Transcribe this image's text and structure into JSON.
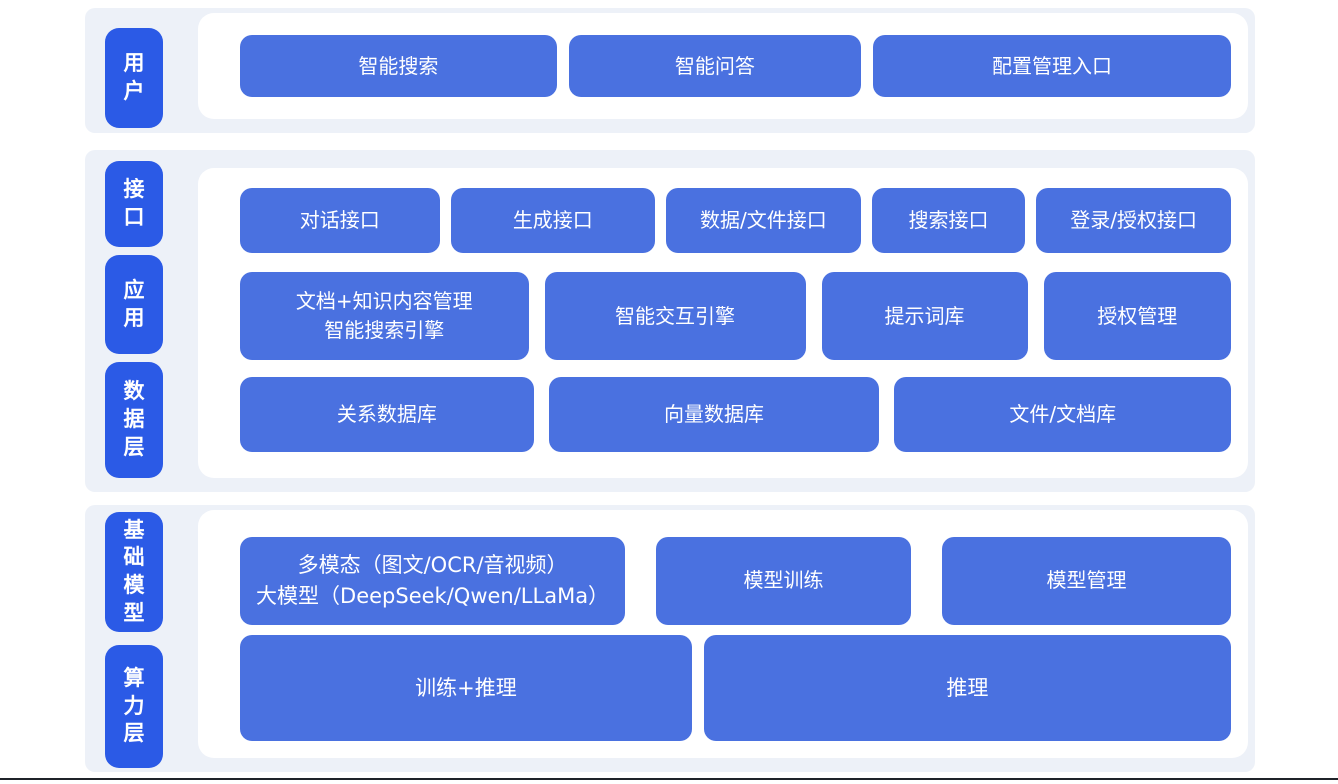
{
  "colors": {
    "pill_bg": "#2b5ae6",
    "box_bg": "#4a71e0",
    "section_bg": "#edf1f8",
    "panel_bg": "#ffffff",
    "label_text": "#ffffff",
    "bottom_border": "#1f2329"
  },
  "layers": {
    "user": {
      "pill": "用户",
      "boxes": {
        "search": "智能搜索",
        "qa": "智能问答",
        "config": "配置管理入口"
      }
    },
    "middle": {
      "pills": {
        "interface": "接口",
        "application": "应用",
        "data": "数据层"
      },
      "interface_row": {
        "dialog": "对话接口",
        "generate": "生成接口",
        "data_file": "数据/文件接口",
        "search": "搜索接口",
        "login_auth": "登录/授权接口"
      },
      "application_row": {
        "doc_line1": "文档+知识内容管理",
        "doc_line2": "智能搜索引擎",
        "interaction": "智能交互引擎",
        "prompt": "提示词库",
        "authorization": "授权管理"
      },
      "data_row": {
        "relational": "关系数据库",
        "vector": "向量数据库",
        "file_doc": "文件/文档库"
      }
    },
    "foundation": {
      "pills": {
        "model": "基础模型",
        "compute": "算力层"
      },
      "model_row": {
        "multimodal_line1": "多模态（图文/OCR/音视频）",
        "multimodal_line2": "大模型（DeepSeek/Qwen/LLaMa）",
        "training": "模型训练",
        "management": "模型管理"
      },
      "compute_row": {
        "train_infer": "训练+推理",
        "infer": "推理"
      }
    }
  }
}
